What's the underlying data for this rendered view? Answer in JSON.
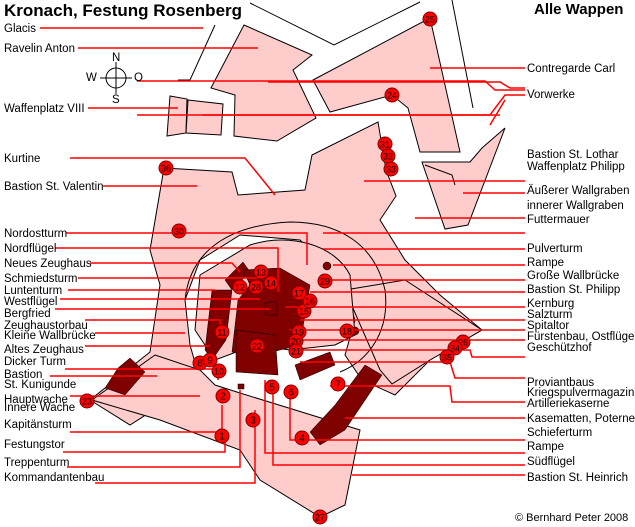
{
  "title": "Kronach, Festung Rosenberg",
  "subtitle": "Alle Wappen",
  "copyright": "© Bernhard Peter 2008",
  "compass": {
    "north": "N",
    "south": "S",
    "west": "W",
    "east": "O"
  },
  "colors": {
    "outer_works": "#ffcccc",
    "core_buildings": "#800000",
    "markers": "#ff0000",
    "leader_lines": "#ff0000"
  },
  "labels_left": [
    "Glacis",
    "Ravelin Anton",
    "Waffenplatz VIII",
    "Kurtine",
    "Bastion St. Valentin",
    "Nordostturm",
    "Nordflügel",
    "Neues Zeughaus",
    "Schmiedsturm",
    "Luntenturm",
    "Westflügel",
    "Bergfried",
    "Zeughaustorbau",
    "Kleine Wallbrücke",
    "Altes Zeughaus",
    "Dicker Turm",
    "Bastion",
    "St. Kunigunde",
    "Hauptwache",
    "Innere Wache",
    "Kapitänsturm",
    "Festungstor",
    "Treppenturm",
    "Kommandantenbau"
  ],
  "labels_right": [
    "Contregarde Carl",
    "Vorwerke",
    "Bastion St. Lothar",
    "Waffenplatz Philipp",
    "Äußerer Wallgraben",
    "innerer Wallgraben",
    "Futtermauer",
    "Pulverturm",
    "Rampe",
    "Große Wallbrücke",
    "Bastion St. Philipp",
    "Kernburg",
    "Salzturm",
    "Spitaltor",
    "Fürstenbau, Ostflügel",
    "Geschützhof",
    "Proviantbaus",
    "Kriegspulvermagazin",
    "Artilleriekaserne",
    "Kasematten, Poternen",
    "Schieferturm",
    "Rampe",
    "Südflügel",
    "Bastion St. Heinrich"
  ],
  "markers": [
    "1",
    "2",
    "3",
    "4",
    "5",
    "6",
    "7",
    "8",
    "9",
    "10",
    "11",
    "12",
    "13",
    "14",
    "15",
    "16",
    "17",
    "18",
    "19",
    "20",
    "21",
    "22",
    "23",
    "24",
    "25",
    "26",
    "27",
    "28",
    "29",
    "30",
    "31",
    "32",
    "33",
    "34",
    "35",
    "36"
  ]
}
